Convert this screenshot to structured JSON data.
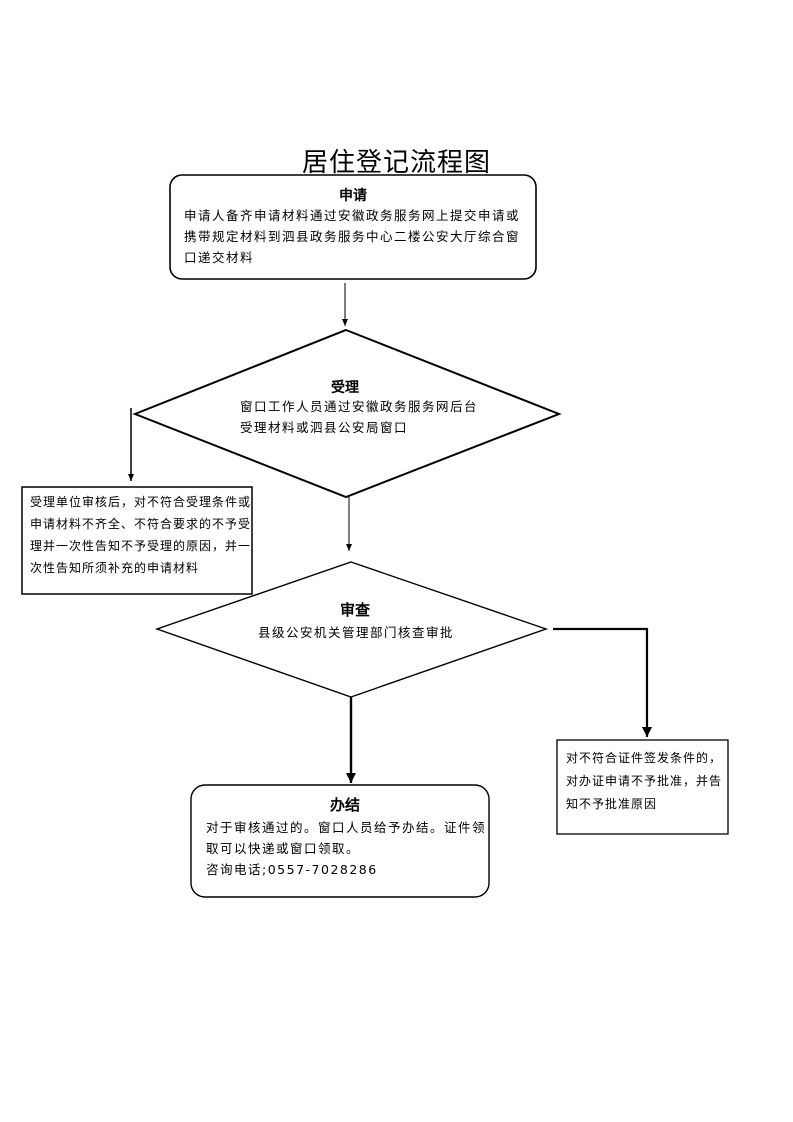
{
  "title": "居住登记流程图",
  "steps": {
    "apply": {
      "title": "申请",
      "text": "申请人备齐申请材料通过安徽政务服务网上提交申请或携带规定材料到泗县政务服务中心二楼公安大厅综合窗口递交材料"
    },
    "accept": {
      "title": "受理",
      "text": "窗口工作人员通过安徽政务服务网后台受理材料或泗县公安局窗口"
    },
    "reject": {
      "text": "受理单位审核后，对不符合受理条件或申请材料不齐全、不符合要求的不予受理并一次性告知不予受理的原因，并一次性告知所须补充的申请材料"
    },
    "review": {
      "title": "审查",
      "text": "县级公安机关管理部门核查审批"
    },
    "deny": {
      "text": "对不符合证件签发条件的，对办证申请不予批准，并告知不予批准原因"
    },
    "done": {
      "title": "办结",
      "text": "对于审核通过的。窗口人员给予办结。证件领取可以快递或窗口领取。",
      "phone": "咨询电话;0557-7028286"
    }
  }
}
